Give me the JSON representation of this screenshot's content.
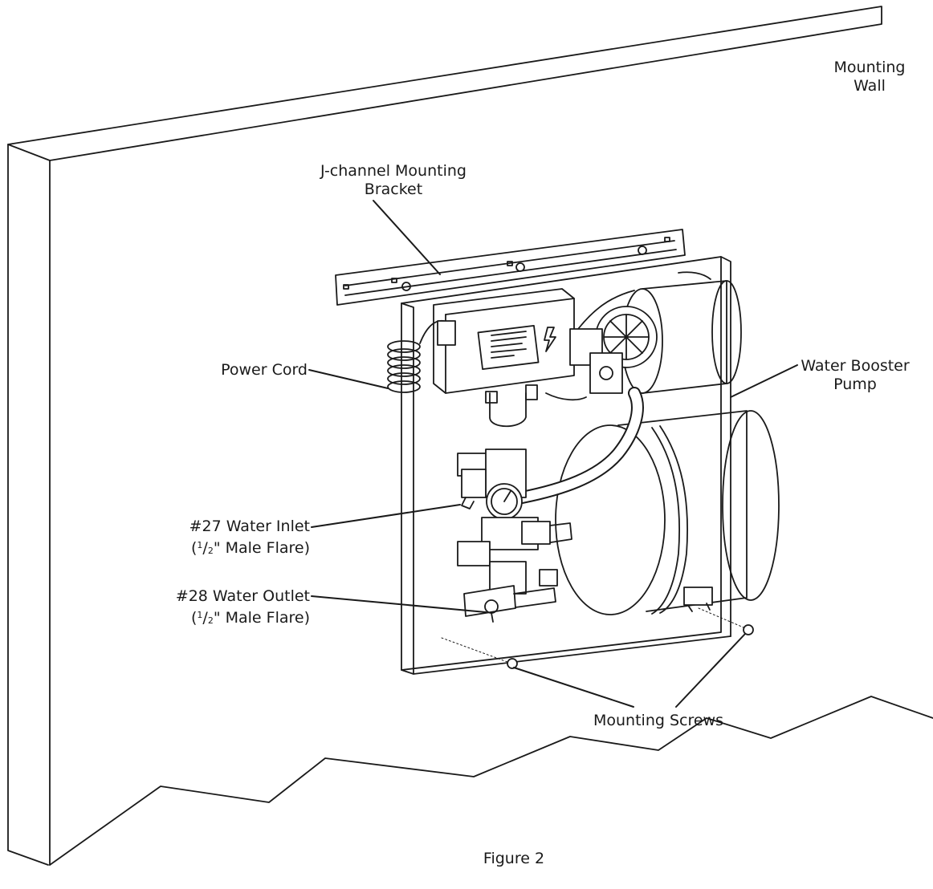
{
  "labels": {
    "mounting_wall_1": "Mounting",
    "mounting_wall_2": "Wall",
    "bracket_1": "J-channel Mounting",
    "bracket_2": "Bracket",
    "power_cord": "Power Cord",
    "pump_1": "Water Booster",
    "pump_2": "Pump",
    "inlet_1": "#27 Water Inlet",
    "inlet_2": "(1/2\" Male Flare)",
    "outlet_1": "#28 Water Outlet",
    "outlet_2": "(1/2\" Male Flare)",
    "screws": "Mounting Screws",
    "caption": "Figure 2"
  }
}
